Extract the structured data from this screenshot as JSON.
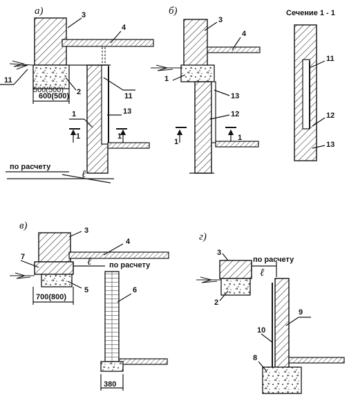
{
  "panels": {
    "a": {
      "letter": "а)",
      "labels": [
        "3",
        "4",
        "11",
        "2",
        "11",
        "1",
        "13",
        "1",
        "1"
      ],
      "dim_width": "600(500)",
      "dim_hidden": "500(500)",
      "calc_text": "по расчету",
      "l_text": "ℓ"
    },
    "b": {
      "letter": "б)",
      "labels": [
        "3",
        "4",
        "1",
        "13",
        "12",
        "1",
        "1"
      ]
    },
    "section": {
      "title": "Сечение 1 - 1",
      "labels": [
        "11",
        "12",
        "13"
      ]
    },
    "v": {
      "letter": "в)",
      "labels": [
        "3",
        "4",
        "7",
        "5",
        "6"
      ],
      "calc_text": "по расчету",
      "l_text": "ℓ",
      "dim_width": "700(800)",
      "dim_bottom": "380"
    },
    "g": {
      "letter": "г)",
      "labels": [
        "3",
        "2",
        "9",
        "10",
        "8"
      ],
      "calc_text": "по расчету",
      "l_text": "ℓ"
    }
  }
}
